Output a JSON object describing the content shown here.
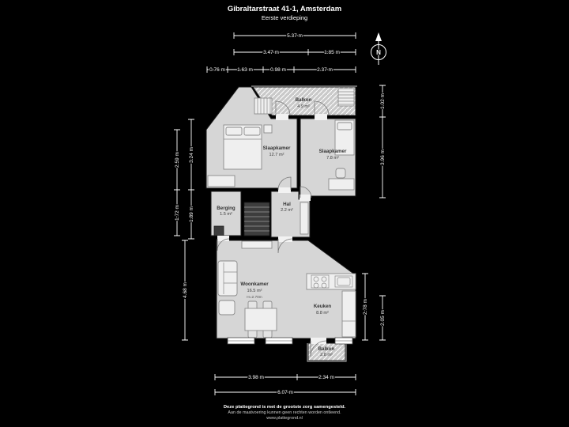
{
  "header": {
    "title": "Gibraltarstraat 41-1, Amsterdam",
    "subtitle": "Eerste verdieping"
  },
  "compass": {
    "north_label": "N"
  },
  "colors": {
    "background": "#000000",
    "floor": "#d6d6d6",
    "balcony_floor": "#c9c9c9",
    "wall": "#000000",
    "dimension_text": "#ffffff",
    "room_text": "#333333"
  },
  "rooms": {
    "balkon_top": {
      "name": "Balkon",
      "area": "4.9 m²"
    },
    "slaapkamer_1": {
      "name": "Slaapkamer",
      "area": "12.7 m²"
    },
    "slaapkamer_2": {
      "name": "Slaapkamer",
      "area": "7.8 m²"
    },
    "berging": {
      "name": "Berging",
      "area": "1.5 m²"
    },
    "hal": {
      "name": "Hal",
      "area": "2.2 m²"
    },
    "woonkamer": {
      "name": "Woonkamer",
      "area": "16.5 m²",
      "ceiling_height": "H=2.70m"
    },
    "keuken": {
      "name": "Keuken",
      "area": "8.8 m²"
    },
    "balkon_bottom": {
      "name": "Balkon",
      "area": "2.8 m²"
    }
  },
  "dimensions": {
    "top_total": "5.37 m",
    "top_left": "3.47 m",
    "top_right": "1.85 m",
    "top_seg_1": "0.76 m",
    "top_seg_2": "1.63 m",
    "top_seg_3": "0.98 m",
    "top_seg_4": "2.37 m",
    "left_upper_outer": "2.59 m",
    "left_upper_inner": "3.24 m",
    "left_mid_outer": "1.72 m",
    "left_mid_inner": "1.89 m",
    "left_lower": "4.68 m",
    "right_balcony": "1.02 m",
    "right_upper": "3.96 m",
    "right_lower_inner": "2.78 m",
    "right_lower_outer": "2.05 m",
    "bottom_left": "3.98 m",
    "bottom_right": "2.34 m",
    "bottom_total": "6.07 m"
  },
  "footer": {
    "line1": "Deze plattegrond is met de grootste zorg samengesteld.",
    "line2": "Aan de maatvoering kunnen geen rechten worden ontleend.",
    "line3": "www.plattegrond.nl"
  }
}
